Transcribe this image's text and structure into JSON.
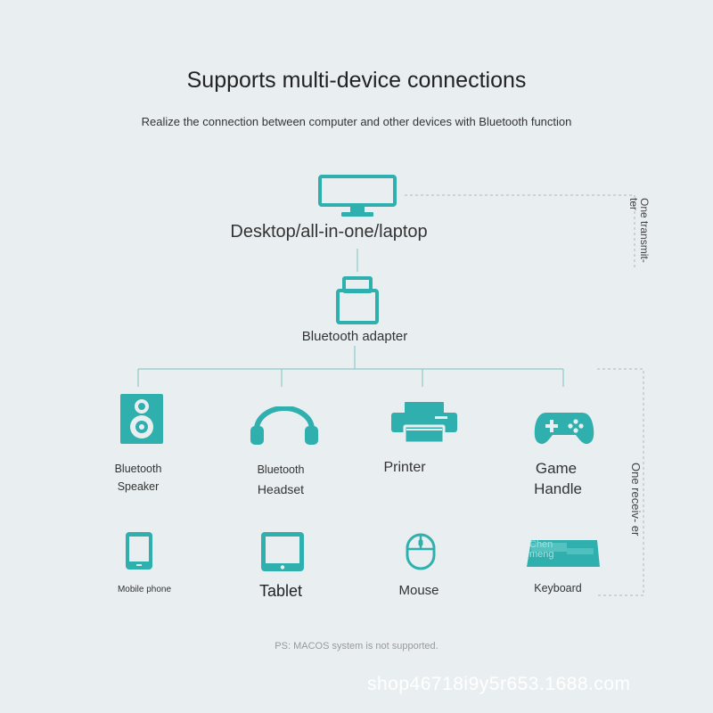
{
  "header": {
    "title": "Supports multi-device connections",
    "subtitle": "Realize the connection between computer and other devices with Bluetooth function"
  },
  "top": {
    "computer_label": "Desktop/all-in-one/laptop",
    "adapter_label": "Bluetooth adapter"
  },
  "side": {
    "transmitter_label": "One transmit- ter",
    "receiver_label": "One receiv- er"
  },
  "devices_row1": [
    {
      "line1": "Bluetooth",
      "line2": "Speaker",
      "icon": "speaker-icon"
    },
    {
      "line1": "Bluetooth",
      "line2": "Headset",
      "icon": "headset-icon"
    },
    {
      "line1": "Printer",
      "icon": "printer-icon"
    },
    {
      "line1": "Game",
      "line2": "Handle",
      "icon": "gamepad-icon"
    }
  ],
  "devices_row2": [
    {
      "label": "Mobile phone",
      "icon": "phone-icon"
    },
    {
      "label": "Tablet",
      "icon": "tablet-icon"
    },
    {
      "label": "Mouse",
      "icon": "mouse-icon"
    },
    {
      "label": "Keyboard",
      "icon": "keyboard-icon",
      "icon_text": "Chen meng"
    }
  ],
  "footer": {
    "note": "PS: MACOS system is not supported.",
    "watermark": "shop46718i9y5r653.1688.com"
  },
  "colors": {
    "accent": "#2fb0ae",
    "line": "#8fc9c8",
    "dotted": "#b5b5b5",
    "background": "#e9eff0"
  }
}
